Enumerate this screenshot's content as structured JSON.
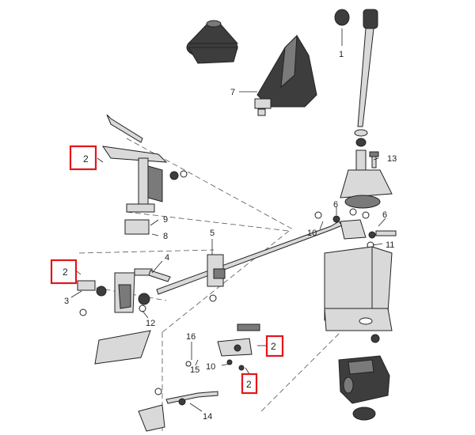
{
  "callouts": {
    "c1": "1",
    "c2": "2",
    "c3": "3",
    "c4": "4",
    "c5": "5",
    "c6": "6",
    "c7": "7",
    "c8": "8",
    "c9": "9",
    "c10": "10",
    "c11": "11",
    "c12": "12",
    "c13": "13",
    "c14": "14",
    "c15": "15",
    "c16": "16"
  },
  "highlight_color": "#e4151b"
}
